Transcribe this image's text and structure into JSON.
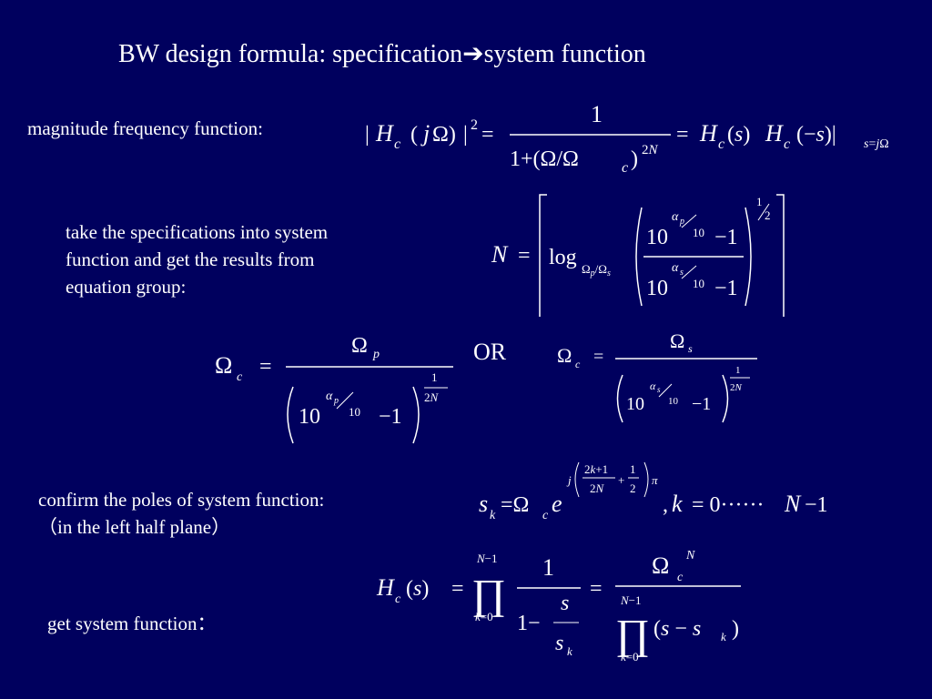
{
  "slide": {
    "title_left": "BW design formula: specification",
    "title_arrow": "➔",
    "title_right": "system function",
    "magnitude_label": "magnitude frequency function",
    "magnitude_colon": ":",
    "specs_lines": [
      "take the specifications into system",
      "function and get the results from",
      "equation group:"
    ],
    "or_label": "OR",
    "poles_line1": "confirm the poles of system function:",
    "poles_line2": "（in the left half plane）",
    "get_label": "get system function",
    "get_colon": "："
  },
  "colors": {
    "background": "#00005e",
    "text": "#ffffff"
  }
}
